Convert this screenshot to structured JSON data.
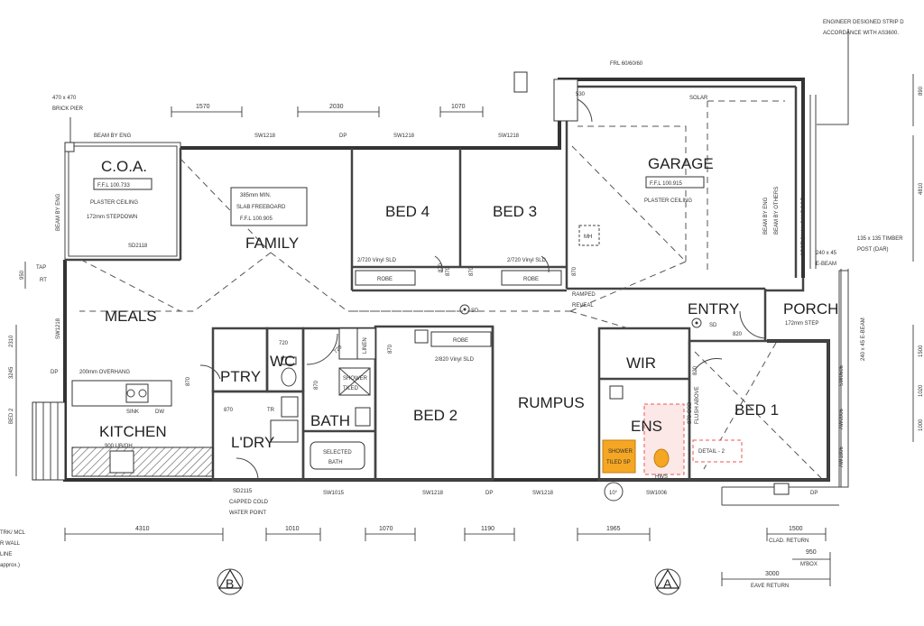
{
  "rooms": {
    "coa": "C.O.A.",
    "family": "FAMILY",
    "bed4": "BED 4",
    "bed3": "BED 3",
    "garage": "GARAGE",
    "meals": "MEALS",
    "entry": "ENTRY",
    "porch": "PORCH",
    "ptry": "PTRY",
    "wc": "WC",
    "wir": "WIR",
    "kitchen": "KITCHEN",
    "bath": "BATH",
    "bed2": "BED 2",
    "rumpus": "RUMPUS",
    "ens": "ENS",
    "bed1": "BED 1",
    "ldry": "L'DRY"
  },
  "notes": {
    "brick_pier": [
      "470 x 470",
      "BRICK PIER"
    ],
    "beam_by_eng_top": "BEAM BY ENG",
    "beam_by_eng_side": "BEAM BY ENG",
    "coa_ffl": "F.F.L 100.733",
    "coa_ceiling": "PLASTER CEILING",
    "coa_step": "172mm STEPDOWN",
    "slab_freeboard": [
      "385mm MIN.",
      "SLAB FREEBOARD",
      "F.F.L 100.905"
    ],
    "garage_ffl": "F.F.L 100.915",
    "garage_ceiling": "PLASTER CEILING",
    "solar": "SOLAR",
    "beam_by_eng_garage": "BEAM BY ENG",
    "beam_by_others": "BEAM BY OTHERS",
    "sectional_door": "SECTIONAL O/H DOOR",
    "engineer_note": [
      "ENGINEER DESIGNED STRIP D",
      "ACCORDANCE WITH AS3600."
    ],
    "timber_post": [
      "135 x 135 TIMBER",
      "POST (DAR)"
    ],
    "e_beam_top": [
      "240 x 45",
      "E-BEAM"
    ],
    "e_beam_side": "240 x 45 E-BEAM",
    "porch_step": "172mm STEP",
    "ramped_reveal": [
      "RAMPED",
      "REVEAL"
    ],
    "overhang": "200mm OVERHANG",
    "kitchen_ub": "900 UB/OH",
    "capped_cold": [
      "CAPPED COLD",
      "WATER POINT"
    ],
    "ens_csd": [
      "870 CSD",
      "FLUSH ABOVE"
    ],
    "detail": "DETAIL - 2",
    "hws": "HWS",
    "frl": "FRL 60/60/60",
    "tap": "TAP",
    "rt": "RT",
    "sink": "SINK",
    "dw": "DW",
    "sd": "SD",
    "mh": "MH",
    "robe": "ROBE",
    "linen": "LINEN",
    "sliding_bed4": "2/720 Vinyl SLD",
    "sliding_bed3": "2/720 Vinyl SLD",
    "sliding_bed2": "2/820 Vinyl SLD",
    "shower_bath": [
      "SHOWER",
      "TILED"
    ],
    "bath_fixture": [
      "SELECTED",
      "BATH"
    ],
    "ens_orange": [
      "SHOWER",
      "TILED SP"
    ],
    "tr": "TR",
    "dp": "DP",
    "eave_sd": "SD",
    "eave_10deg": "10°"
  },
  "windows": {
    "sw1218_a": "SW1218",
    "dp_top": "DP",
    "sw1218_b": "SW1218",
    "sw1218_c": "SW1218",
    "sd2118": "SD2118",
    "sd2115": "SD2115",
    "sw1015": "SW1015",
    "sw1218_bot1": "SW1218",
    "dp_bot": "DP",
    "sw1218_bot2": "SW1218",
    "sw1006": "SW1006",
    "aw1806": "AW1806",
    "aw0906": "AW0906",
    "sw0606": "SW0606",
    "sw1218_left": "SW1218",
    "dp_right": "DP"
  },
  "dimensions": {
    "top_1570": "1570",
    "top_2030": "2030",
    "top_1070": "1070",
    "bot_4310": "4310",
    "bot_1010": "1010",
    "bot_1070": "1070",
    "bot_1190": "1190",
    "bot_1965": "1965",
    "bot_1500": "1500",
    "bot_950": "950",
    "bot_3000": "3000",
    "clad_return": "CLAD. RETURN",
    "m_box": "M'BOX",
    "eave_return": "EAVE RETURN",
    "door_720a": "720",
    "door_870a": "870",
    "door_870b": "870",
    "door_720b": "720",
    "door_870c": "870",
    "door_870d": "870",
    "door_870e": "870",
    "door_870f": "870",
    "door_820": "820",
    "door_820b": "820",
    "door_870g": "870",
    "door_870h": "870",
    "left_950": "950",
    "left_bed2": "BED 2",
    "left_3245": "3245",
    "left_2310": "2310",
    "right_890": "890",
    "right_4810": "4810",
    "right_1500": "1500",
    "right_1020": "1020",
    "right_1000": "1000",
    "garage_530": "530"
  },
  "markers": {
    "b": "B",
    "a": "A"
  },
  "edge_left": [
    "TRK/ MCL",
    "R WALL",
    "LINE",
    "approx.)"
  ]
}
